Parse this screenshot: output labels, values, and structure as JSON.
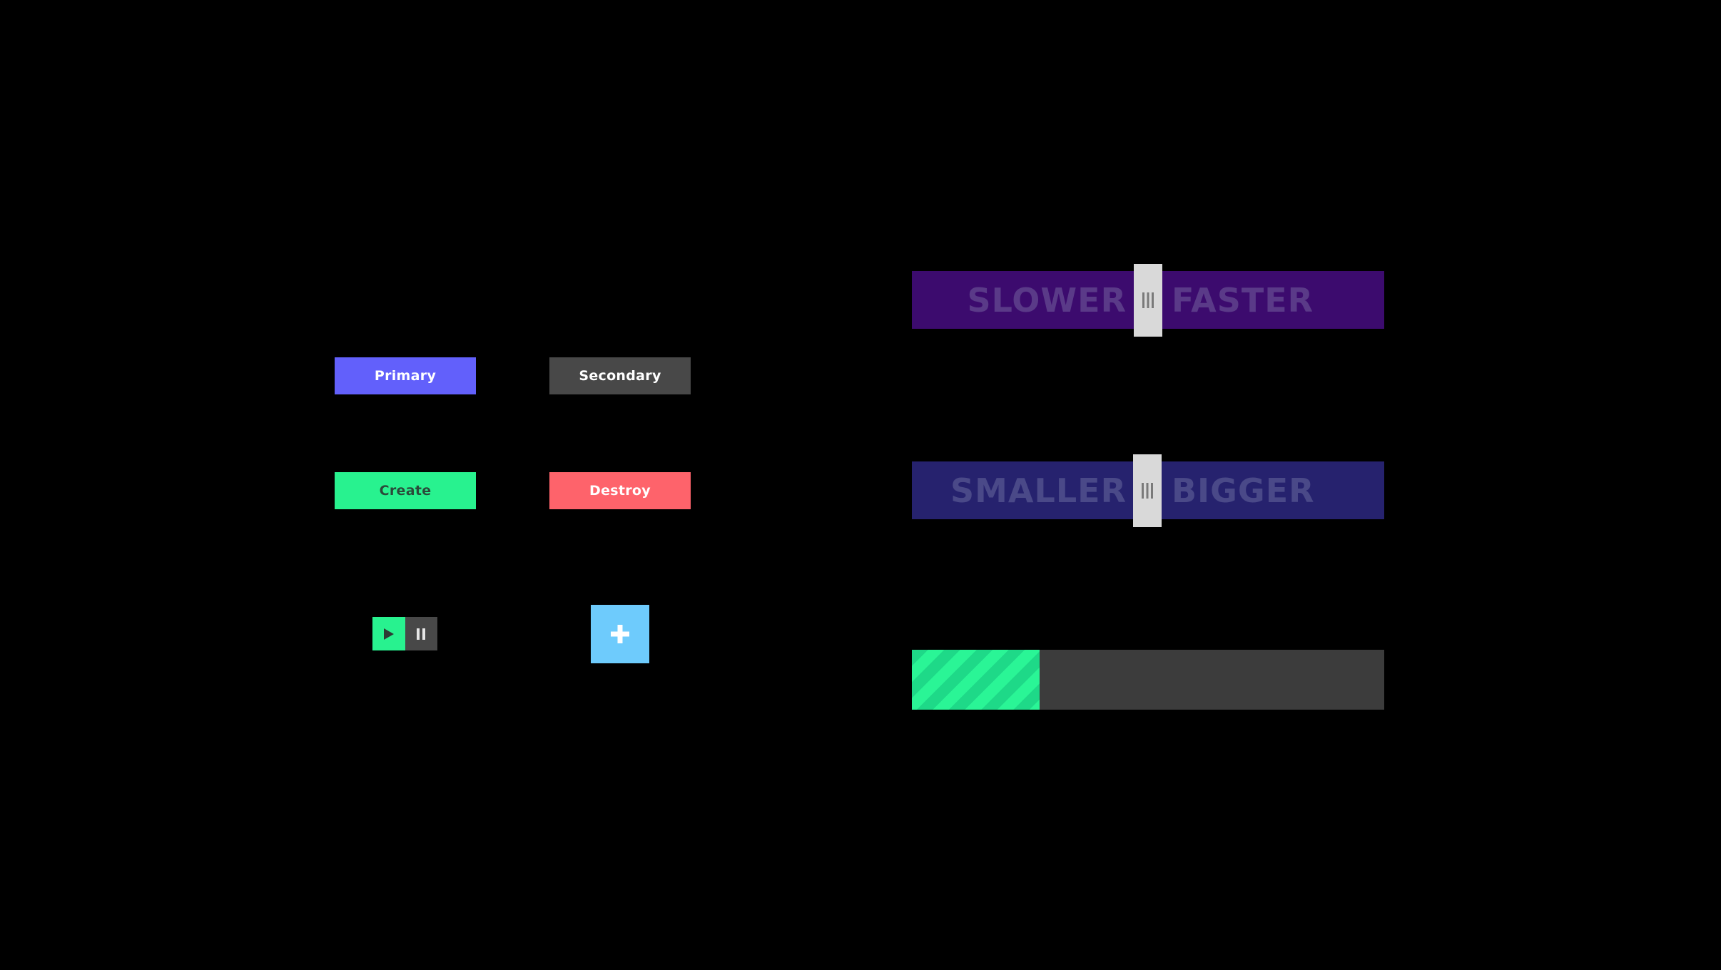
{
  "buttons": {
    "primary": "Primary",
    "secondary": "Secondary",
    "create": "Create",
    "destroy": "Destroy"
  },
  "media_controls": {
    "play_icon": "play-icon",
    "pause_icon": "pause-icon"
  },
  "add_button": {
    "icon": "plus-icon"
  },
  "speed_slider": {
    "left_label": "SLOWER",
    "right_label": "FASTER",
    "value_fraction": 0.5
  },
  "size_slider": {
    "left_label": "SMALLER",
    "right_label": "BIGGER",
    "value_fraction": 0.5
  },
  "progress": {
    "value_percent": 27
  },
  "colors": {
    "primary": "#6260fb",
    "secondary": "#484848",
    "create": "#28f28f",
    "destroy": "#fe636b",
    "add": "#6ecbfc",
    "speed_slider_bg": "#3c0b6e",
    "size_slider_bg": "#26226e",
    "progress_fill": "#28f28f",
    "progress_track": "#3c3c3c"
  }
}
